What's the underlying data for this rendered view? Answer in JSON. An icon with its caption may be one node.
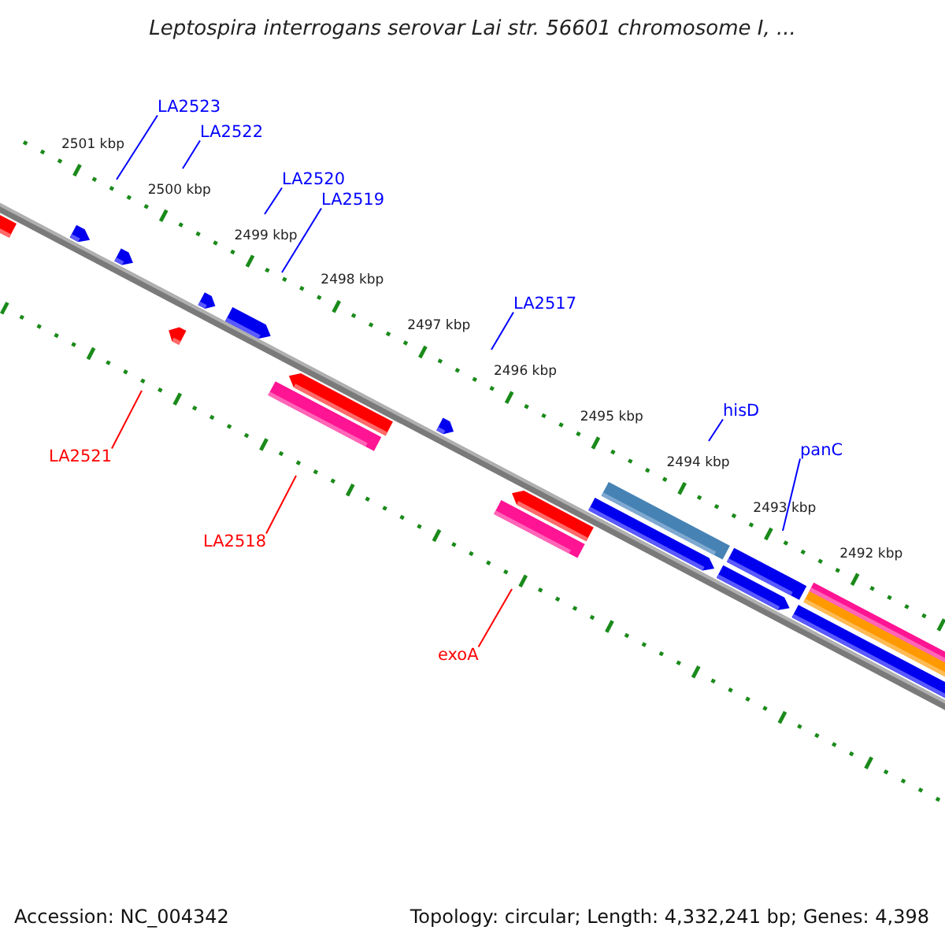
{
  "diagram": {
    "title": "Leptospira interrogans serovar Lai str. 56601 chromosome I, ...",
    "nodes": [
      {
        "text": [
          "LA2523"
        ]
      },
      {
        "text": [
          "LA2522"
        ]
      },
      {
        "text": [
          "LA2520"
        ]
      },
      {
        "text": [
          "LA2519"
        ]
      },
      {
        "text": [
          "LA2517"
        ]
      },
      {
        "text": [
          "hisD"
        ]
      },
      {
        "text": [
          "panC"
        ]
      },
      {
        "text": [
          "LA2521"
        ]
      },
      {
        "text": [
          "LA2518"
        ]
      },
      {
        "text": [
          "exoA"
        ]
      }
    ],
    "edges": [
      {
        "from": 0,
        "to": null,
        "arrow": "none"
      },
      {
        "from": 1,
        "to": null,
        "arrow": "none"
      },
      {
        "from": 2,
        "to": null,
        "arrow": "none"
      },
      {
        "from": 3,
        "to": null,
        "arrow": "none"
      },
      {
        "from": 4,
        "to": null,
        "arrow": "none"
      },
      {
        "from": 5,
        "to": null,
        "arrow": "none"
      },
      {
        "from": 6,
        "to": null,
        "arrow": "none"
      },
      {
        "from": 7,
        "to": null,
        "arrow": "none",
        "color": "#ff0000"
      },
      {
        "from": 8,
        "to": null,
        "arrow": "none",
        "color": "#ff0000"
      },
      {
        "from": 9,
        "to": null,
        "arrow": "none",
        "color": "#ff0000"
      }
    ],
    "labels": [
      "2501 kbp",
      "2500 kbp",
      "2499 kbp",
      "2498 kbp",
      "2497 kbp",
      "2496 kbp",
      "2495 kbp",
      "2494 kbp",
      "2493 kbp",
      "2492 kbp",
      "Accession: NC_004342",
      "Topology: circular; Length: 4,332,241 bp; Genes: 4,398"
    ]
  }
}
